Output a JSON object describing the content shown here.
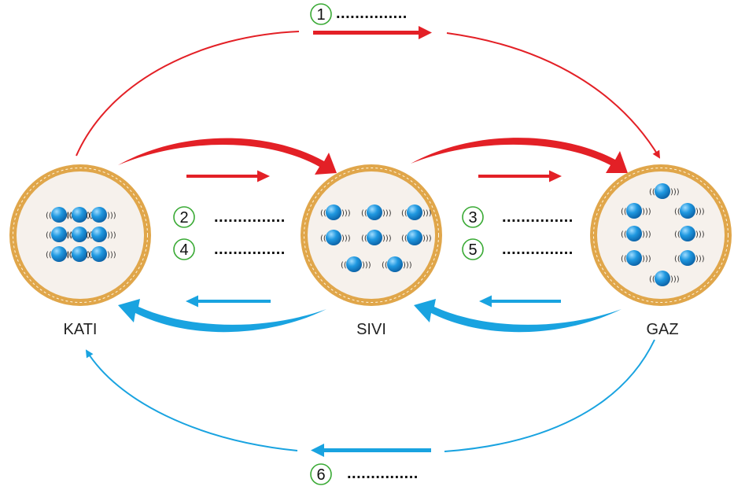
{
  "states": {
    "solid": {
      "label": "KATI"
    },
    "liquid": {
      "label": "SIVI"
    },
    "gas": {
      "label": "GAZ"
    }
  },
  "transitions": [
    {
      "number": "1",
      "blank": "..............."
    },
    {
      "number": "2",
      "blank": "..............."
    },
    {
      "number": "3",
      "blank": "..............."
    },
    {
      "number": "4",
      "blank": "..............."
    },
    {
      "number": "5",
      "blank": "..............."
    },
    {
      "number": "6",
      "blank": "..............."
    }
  ],
  "colors": {
    "heating": "#e32026",
    "cooling": "#19a3e0",
    "circle_fill": "#f6f1ec",
    "circle_ring": "#e0a64a",
    "particle": "#1a8fd6",
    "number_ring": "#3aaa35"
  }
}
